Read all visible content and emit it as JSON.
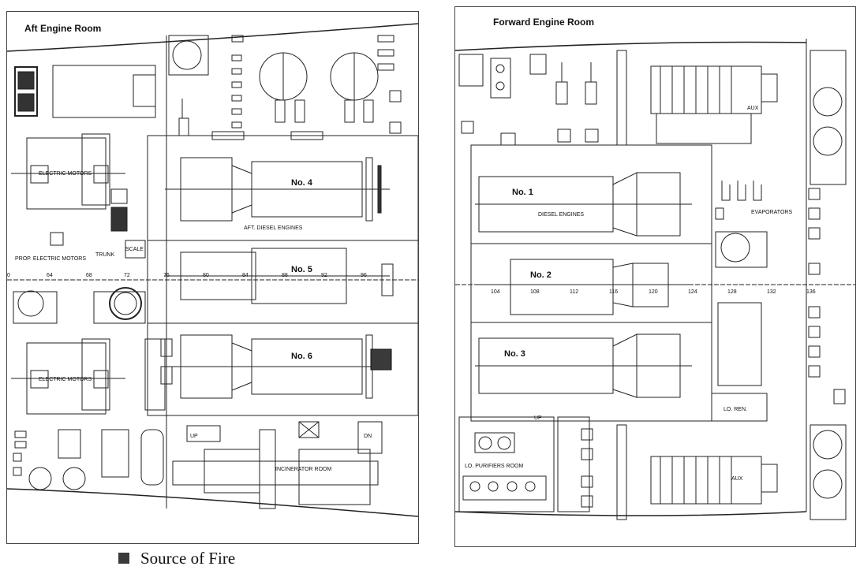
{
  "aft": {
    "title": "Aft Engine Room",
    "labels": {
      "electric_motors_top": "ELECTRIC MOTORS",
      "electric_motors_bottom": "ELECTRIC MOTORS",
      "prop_electric_motors": "PROP. ELECTRIC MOTORS",
      "trunk": "TRUNK",
      "scale": "SCALE",
      "aft_diesel_engines": "AFT. DIESEL ENGINES",
      "incinerator_room": "INCINERATOR ROOM",
      "up": "UP",
      "dn": "DN"
    },
    "engines": [
      "No. 4",
      "No. 5",
      "No. 6"
    ],
    "frame_numbers": [
      "64",
      "68",
      "72",
      "76",
      "80",
      "84",
      "88",
      "92",
      "96"
    ]
  },
  "forward": {
    "title": "Forward Engine Room",
    "labels": {
      "diesel_engines": "DIESEL ENGINES",
      "evaporators": "EVAPORATORS",
      "lo_ren": "LO. REN.",
      "lo_purifiers_room": "LO. PURIFIERS ROOM",
      "aux": "AUX",
      "aux_top": "AUX",
      "up": "UP"
    },
    "engines": [
      "No. 1",
      "No. 2",
      "No. 3"
    ],
    "frame_numbers": [
      "104",
      "108",
      "112",
      "116",
      "120",
      "124",
      "128",
      "132",
      "136"
    ]
  },
  "legend": {
    "label": "Source of Fire",
    "color": "#3a3a3a"
  }
}
